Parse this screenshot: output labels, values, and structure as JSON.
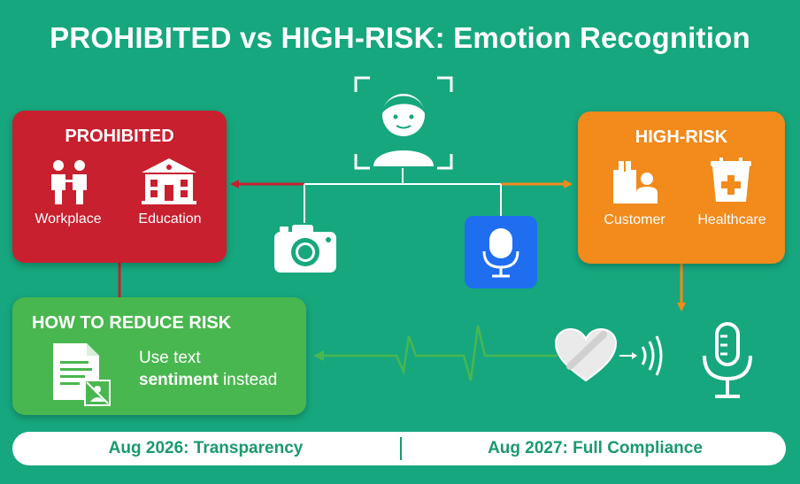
{
  "title": "PROHIBITED vs HIGH-RISK: Emotion Recognition",
  "prohibited": {
    "title": "PROHIBITED",
    "items": [
      {
        "label": "Workplace",
        "icon": "people-icon"
      },
      {
        "label": "Education",
        "icon": "school-building-icon"
      }
    ],
    "color": "#c8202f"
  },
  "high_risk": {
    "title": "HIGH-RISK",
    "items": [
      {
        "label": "Customer",
        "icon": "customer-service-icon"
      },
      {
        "label": "Healthcare",
        "icon": "medical-bag-icon"
      }
    ],
    "color": "#f28a1c"
  },
  "reduce": {
    "title": "HOW TO REDUCE RISK",
    "line1": "Use text",
    "line2_bold": "sentiment",
    "line2_rest": " instead",
    "icon": "document-icon",
    "color": "#49b74f"
  },
  "center_icons": [
    "face-scan-icon",
    "camera-icon",
    "microphone-icon",
    "heart-icon",
    "sound-wave-icon",
    "microphone-outline-icon"
  ],
  "timeline": {
    "left": "Aug 2026: Transparency",
    "right": "Aug 2027: Full Compliance"
  },
  "background": "#16a77e"
}
